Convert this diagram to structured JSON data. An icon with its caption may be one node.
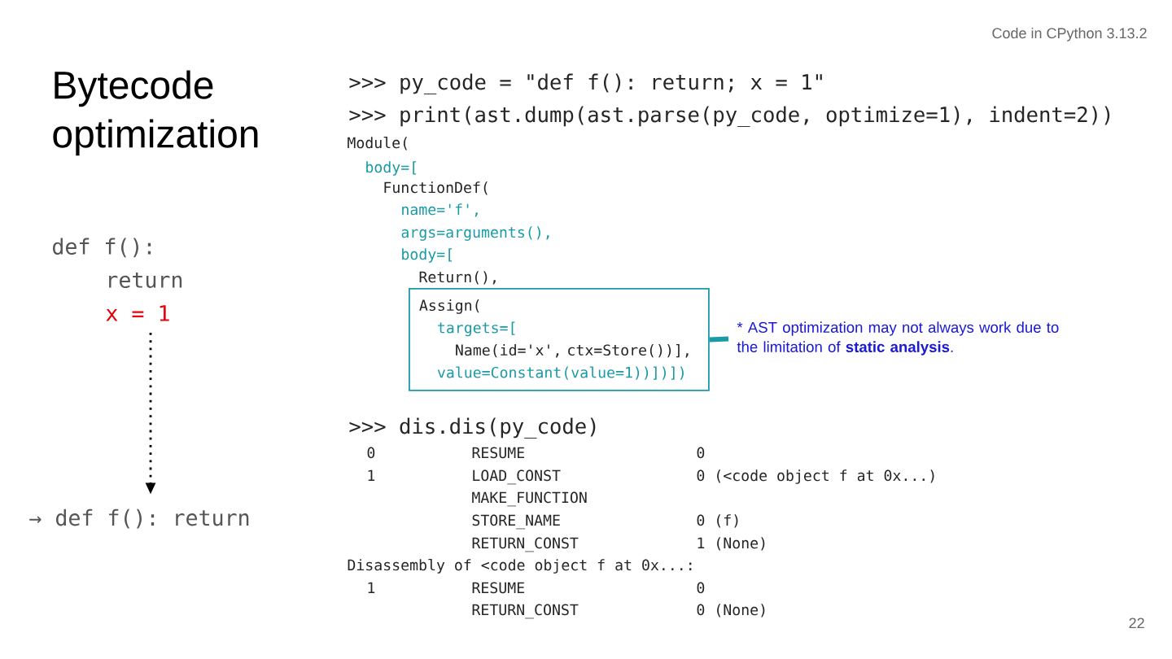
{
  "diagram": {
    "title": "Bytecode optimization",
    "nodes": [
      {
        "text": [
          "def f():",
          "return",
          "x = 1"
        ]
      },
      {
        "text": [
          "→ def f(): return"
        ]
      },
      {
        "text": [
          "Assign(",
          "targets=[",
          "Name(id='x', ctx=Store())],",
          "value=Constant(value=1))])])"
        ]
      },
      {
        "text": [
          "* AST optimization may not always work due to the limitation of **static analysis**."
        ]
      }
    ],
    "edges": [
      {
        "from": 0,
        "to": 1,
        "arrow": "to",
        "style": "dashed"
      },
      {
        "from": 2,
        "to": 3,
        "arrow": "none",
        "style": "thick",
        "color": "#1a9aa6"
      }
    ],
    "labels": [
      "Code in CPython 3.13.2",
      ">>> py_code = \"def f(): return; x = 1\"",
      ">>> print(ast.dump(ast.parse(py_code, optimize=1), indent=2))",
      "Module(",
      "body=[",
      "FunctionDef(",
      "name='f',",
      "args=arguments(),",
      "body=[",
      "Return(),",
      ">>> dis.dis(py_code)",
      "0",
      "RESUME",
      "0",
      "1",
      "LOAD_CONST",
      "0 (<code object f at 0x...)",
      "MAKE_FUNCTION",
      "STORE_NAME",
      "0 (f)",
      "RETURN_CONST",
      "1 (None)",
      "Disassembly of <code object f at 0x...:",
      "1",
      "RESUME",
      "0",
      "RETURN_CONST",
      "0 (None)",
      "22"
    ]
  }
}
